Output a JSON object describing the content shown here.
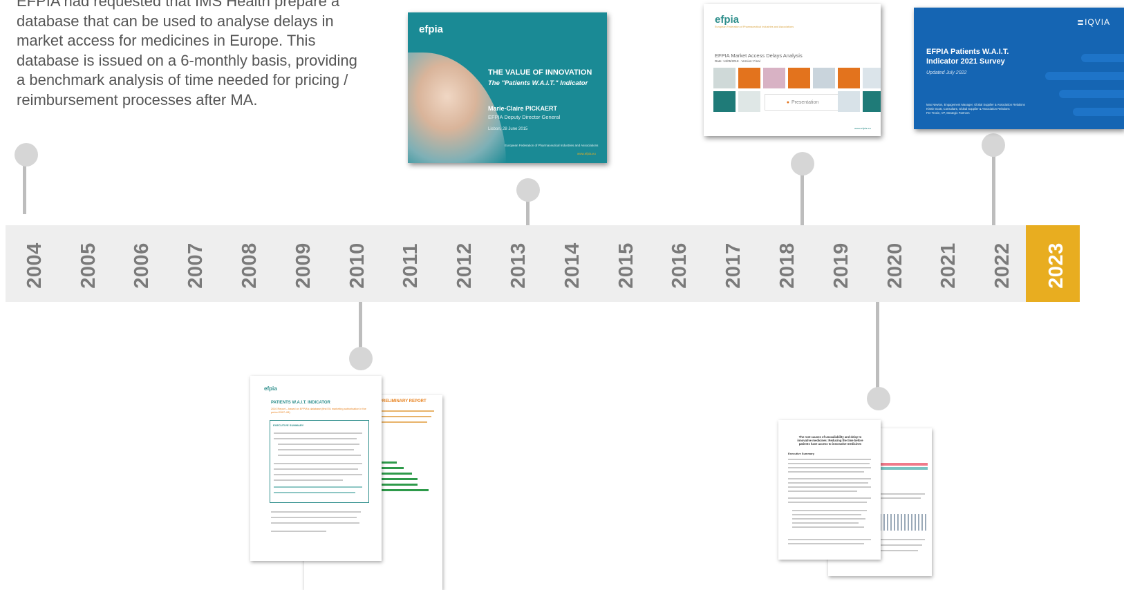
{
  "intro": {
    "text": "EFPIA had requested that IMS Health prepare a database that can be used to analyse delays in market access for medicines in Europe. This database is issued on a 6-monthly basis, providing a benchmark analysis of time needed for pricing / reimbursement processes after MA."
  },
  "timeline": {
    "years": [
      "2004",
      "2005",
      "2006",
      "2007",
      "2008",
      "2009",
      "2010",
      "2011",
      "2012",
      "2013",
      "2014",
      "2015",
      "2016",
      "2017",
      "2018",
      "2019",
      "2020",
      "2021",
      "2022",
      "2023"
    ],
    "current_year": "2023",
    "colors": {
      "band": "#eeeeee",
      "highlight": "#e8ad20",
      "year_text": "#7a7a7a",
      "marker": "#d6d6d6"
    }
  },
  "documents": {
    "doc_2013": {
      "logo": "efpia",
      "title": "THE VALUE OF INNOVATION",
      "subtitle": "The \"Patients W.A.I.T.\" Indicator",
      "author": "Marie-Claire PICKAERT",
      "role": "EFPIA Deputy Director General",
      "date": "Lisbon, 28 June 2015",
      "org": "European Federation of Pharmaceutical Industries and Associations",
      "url": "www.efpia.eu"
    },
    "doc_2018": {
      "logo": "efpia",
      "org": "European Federation of Pharmaceutical Industries and Associations",
      "title": "EFPIA Market Access Delays Analysis",
      "meta": "Date: 14/05/2018 · Version: Final",
      "badge": "Presentation",
      "url": "www.efpia.eu"
    },
    "doc_2022": {
      "logo": "IQVIA",
      "title_line1": "EFPIA Patients W.A.I.T.",
      "title_line2": "Indicator 2021 Survey",
      "updated": "Updated July 2022",
      "author1": "Max Newton, Engagement Manager, Global Supplier & Association Relations",
      "author2": "Kirstie Scott, Consultant, Global Supplier & Association Relations",
      "author3": "Per Troein, VP, Strategic Partners"
    },
    "doc_2010": {
      "logo": "efpia",
      "title": "PATIENTS W.A.I.T. INDICATOR",
      "subtitle": "2010 Report – based on EFPIA's database (first EU marketing authorisation in the period 2007–08)",
      "section": "EXECUTIVE SUMMARY",
      "back_header": "– PRELIMINARY REPORT"
    },
    "doc_2020": {
      "title": "The root causes of unavailability and delay to innovative medicines: Reducing the time before patients have access to innovative medicines",
      "section": "Executive Summary"
    }
  }
}
